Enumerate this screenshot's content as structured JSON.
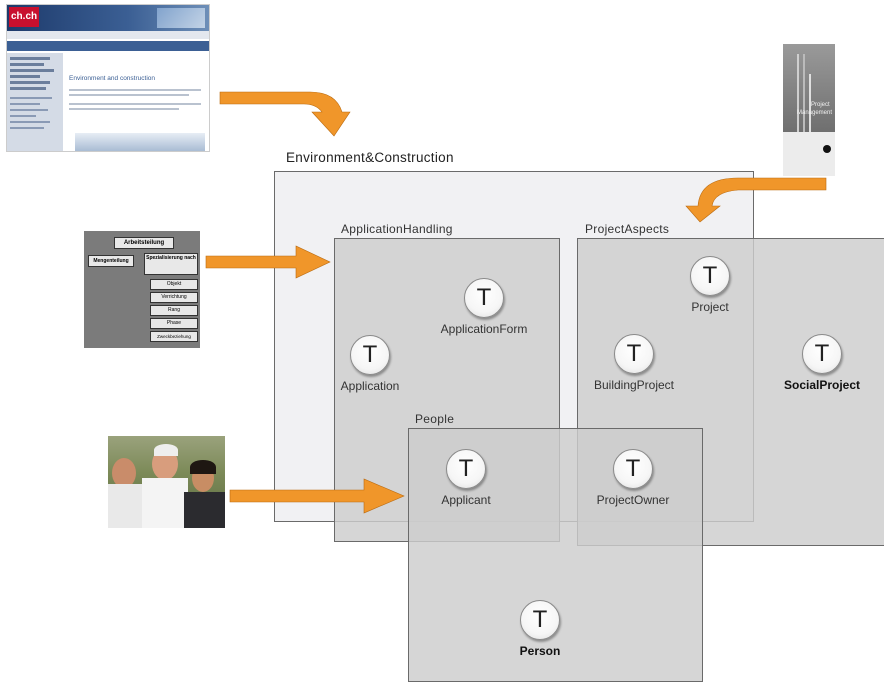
{
  "diagram": {
    "outer_box": {
      "label": "Environment&Construction"
    },
    "boxes": [
      {
        "id": "application_handling",
        "label": "ApplicationHandling"
      },
      {
        "id": "project_aspects",
        "label": "ProjectAspects"
      },
      {
        "id": "people",
        "label": "People"
      }
    ],
    "types": [
      {
        "id": "application_form",
        "symbol": "T",
        "label": "ApplicationForm",
        "bold": false
      },
      {
        "id": "application",
        "symbol": "T",
        "label": "Application",
        "bold": false
      },
      {
        "id": "project",
        "symbol": "T",
        "label": "Project",
        "bold": false
      },
      {
        "id": "building_project",
        "symbol": "T",
        "label": "BuildingProject",
        "bold": false
      },
      {
        "id": "social_project",
        "symbol": "T",
        "label": "SocialProject",
        "bold": true
      },
      {
        "id": "applicant",
        "symbol": "T",
        "label": "Applicant",
        "bold": false
      },
      {
        "id": "project_owner",
        "symbol": "T",
        "label": "ProjectOwner",
        "bold": false
      },
      {
        "id": "person",
        "symbol": "T",
        "label": "Person",
        "bold": true
      }
    ],
    "arrow_color": "#f0962a"
  },
  "thumbnails": {
    "website": {
      "logo": "ch.ch",
      "heading": "Environment and construction"
    },
    "book": {
      "title_line1": "Project",
      "title_line2": "Management"
    },
    "org_chart": {
      "root": "Arbeitsteilung",
      "left": "Mengenteilung",
      "right": "Spezialisierung nach",
      "items": [
        "Objekt",
        "Verrichtung",
        "Rang",
        "Phase",
        "Zweckbeziehung"
      ]
    }
  }
}
